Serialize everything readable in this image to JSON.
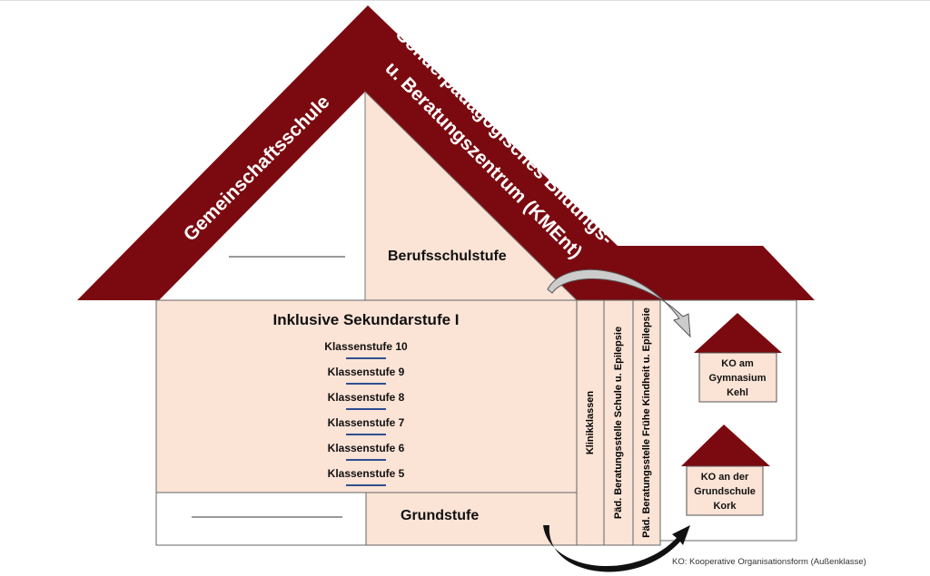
{
  "roof": {
    "left": "Gemeinschaftsschule",
    "right_line1": "Sonderpädagogisches Bildungs-",
    "right_line2": "u. Beratungszentrum (KMEnt)"
  },
  "berufsschulstufe": "Berufsschulstufe",
  "sekundarstufe": {
    "title": "Inklusive Sekundarstufe I",
    "levels": [
      "Klassenstufe 10",
      "Klassenstufe 9",
      "Klassenstufe 8",
      "Klassenstufe 7",
      "Klassenstufe 6",
      "Klassenstufe 5"
    ]
  },
  "grundstufe": "Grundstufe",
  "columns": [
    "Klinikklassen",
    "Päd. Beratungsstelle Schule u. Epilepsie",
    "Päd. Beratungsstelle Frühe Kindheit u. Epilepsie"
  ],
  "outposts": [
    {
      "line1": "KO am",
      "line2": "Gymnasium",
      "line3": "Kehl"
    },
    {
      "line1": "KO an der",
      "line2": "Grundschule",
      "line3": "Kork"
    }
  ],
  "footnote": "KO: Kooperative Organisationsform (Außenklasse)",
  "colors": {
    "roof": "#7b0a10",
    "fill": "#fbe3d6",
    "arrow_blue": "#2f4f8f"
  }
}
